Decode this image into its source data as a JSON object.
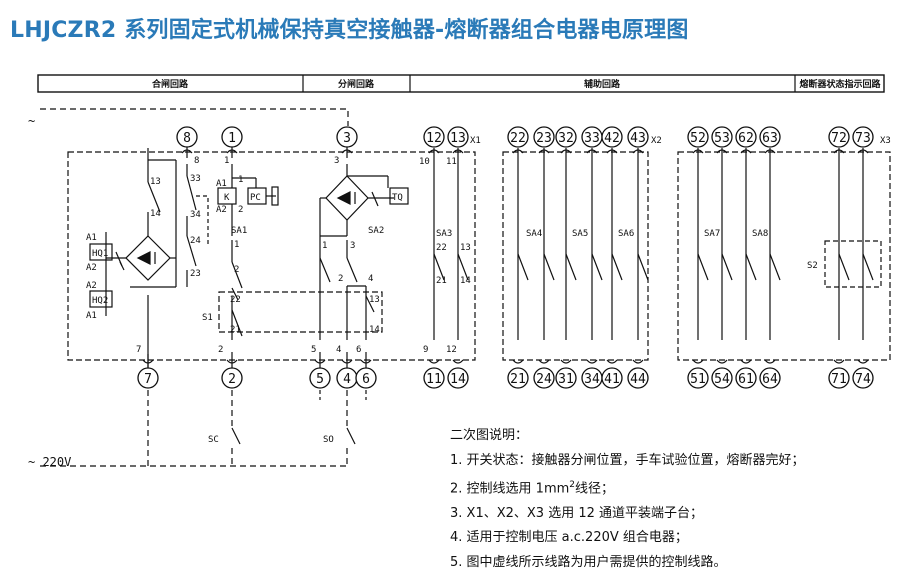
{
  "title": "LHJCZR2 系列固定式机械保持真空接触器-熔断器组合电器电原理图",
  "header": {
    "close_circuit": "合闸回路",
    "open_circuit": "分闸回路",
    "aux_circuit": "辅助回路",
    "fuse_circuit": "熔断器状态指示回路"
  },
  "supply": {
    "top": "~",
    "bottom": "~ 220V"
  },
  "blocks": {
    "x1": "X1",
    "x2": "X2",
    "x3": "X3"
  },
  "components": {
    "hq1": "HQ1",
    "hq2": "HQ2",
    "k": "K",
    "pc": "PC",
    "tq": "TQ",
    "sa1": "SA1",
    "sa2": "SA2",
    "sa3": "SA3",
    "sa4": "SA4",
    "sa5": "SA5",
    "sa6": "SA6",
    "sa7": "SA7",
    "sa8": "SA8",
    "s1": "S1",
    "s2": "S2",
    "sc": "SC",
    "so": "SO",
    "a1": "A1",
    "a2": "A2"
  },
  "terminals_top": [
    "8",
    "1",
    "3",
    "12",
    "13",
    "22",
    "23",
    "32",
    "33",
    "42",
    "43",
    "52",
    "53",
    "62",
    "63",
    "72",
    "73"
  ],
  "terminals_bottom": [
    "7",
    "2",
    "5",
    "4",
    "6",
    "11",
    "14",
    "21",
    "24",
    "31",
    "34",
    "41",
    "44",
    "51",
    "54",
    "61",
    "64",
    "71",
    "74"
  ],
  "contact_numbers": {
    "n13": "13",
    "n14": "14",
    "n21": "21",
    "n22": "22",
    "n23": "23",
    "n24": "24",
    "n33": "33",
    "n34": "34",
    "n1": "1",
    "n2": "2",
    "n3": "3",
    "n4": "4",
    "n5": "5",
    "n6": "6",
    "n7": "7",
    "n8": "8",
    "n9": "9",
    "n10": "10",
    "n11": "11",
    "n12": "12"
  },
  "notes": {
    "heading": "二次图说明：",
    "n1": "1. 开关状态：接触器分闸位置，手车试验位置，熔断器完好；",
    "n2a": "2. 控制线选用 1mm",
    "n2sup": "2",
    "n2b": "线径；",
    "n3": "3. X1、X2、X3  选用 12 通道平装端子台；",
    "n4": "4. 适用于控制电压 a.c.220V 组合电器；",
    "n5": "5. 图中虚线所示线路为用户需提供的控制线路。"
  }
}
